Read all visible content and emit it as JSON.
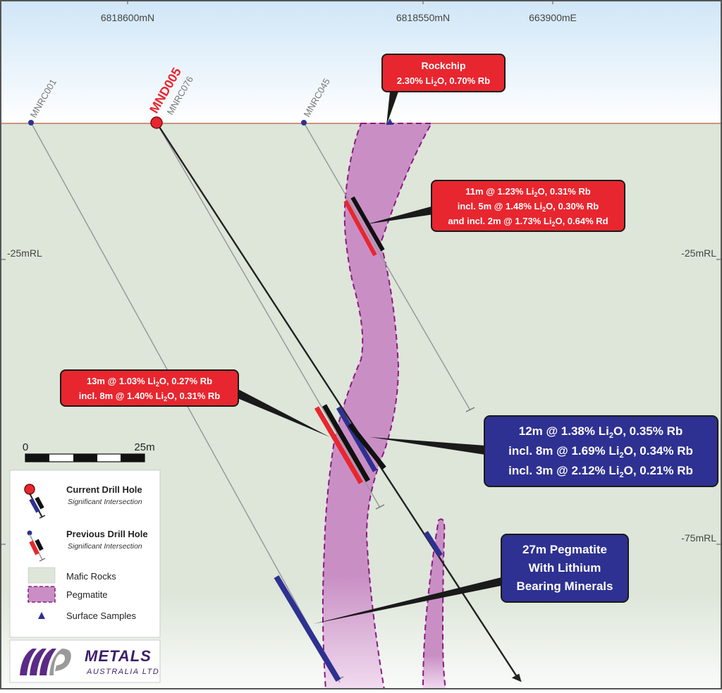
{
  "axes": {
    "northing_left": "6818600mN",
    "northing_right": "6818550mN",
    "easting": "663900mE",
    "rl_upper_left": "-25mRL",
    "rl_upper_right": "-25mRL",
    "rl_lower_right": "-75mRL"
  },
  "drill_holes": {
    "mnrc001": "MNRC001",
    "mnd005": "MND005",
    "mnrc076": "MNRC076",
    "mnrc045": "MNRC045"
  },
  "callouts": {
    "rockchip": {
      "title": "Rockchip",
      "line1": [
        "2.30% Li",
        "2",
        "O, 0.70% Rb"
      ]
    },
    "upper": {
      "line1": [
        "11m @ 1.23% Li",
        "2",
        "O, 0.31% Rb"
      ],
      "line2": [
        "incl. 5m @ 1.48% Li",
        "2",
        "O, 0.30% Rb"
      ],
      "line3": [
        "and incl. 2m @ 1.73% Li",
        "2",
        "O, 0.64% Rd"
      ]
    },
    "middle": {
      "line1": [
        "13m @ 1.03% Li",
        "2",
        "O, 0.27% Rb"
      ],
      "line2": [
        "incl. 8m @ 1.40% Li",
        "2",
        "O, 0.31% Rb"
      ]
    },
    "blue": {
      "line1": [
        "12m @ 1.38% Li",
        "2",
        "O, 0.35% Rb"
      ],
      "line2": [
        "incl. 8m @ 1.69% Li",
        "2",
        "O, 0.34% Rb"
      ],
      "line3": [
        "incl. 3m @ 2.12% Li",
        "2",
        "O, 0.21% Rb"
      ]
    },
    "pegmatite": {
      "line1": "27m Pegmatite",
      "line2": "With Lithium",
      "line3": "Bearing Minerals"
    }
  },
  "scale_bar": {
    "start": "0",
    "end": "25m"
  },
  "legend": {
    "current_title": "Current Drill Hole",
    "current_sub": "Significant Intersection",
    "previous_title": "Previous Drill Hole",
    "previous_sub": "Significant Intersection",
    "mafic": "Mafic Rocks",
    "pegmatite": "Pegmatite",
    "surface": "Surface Samples"
  },
  "logo": {
    "name": "METALS",
    "sub": "AUSTRALIA LTD"
  },
  "colors": {
    "mafic": "#dde6d9",
    "pegmatite": "#c98fc5",
    "pegmatite_outline": "#8a1a80",
    "callout_red": "#e8262f",
    "callout_blue": "#2e3191",
    "sky_top": "#d6eaf8"
  }
}
